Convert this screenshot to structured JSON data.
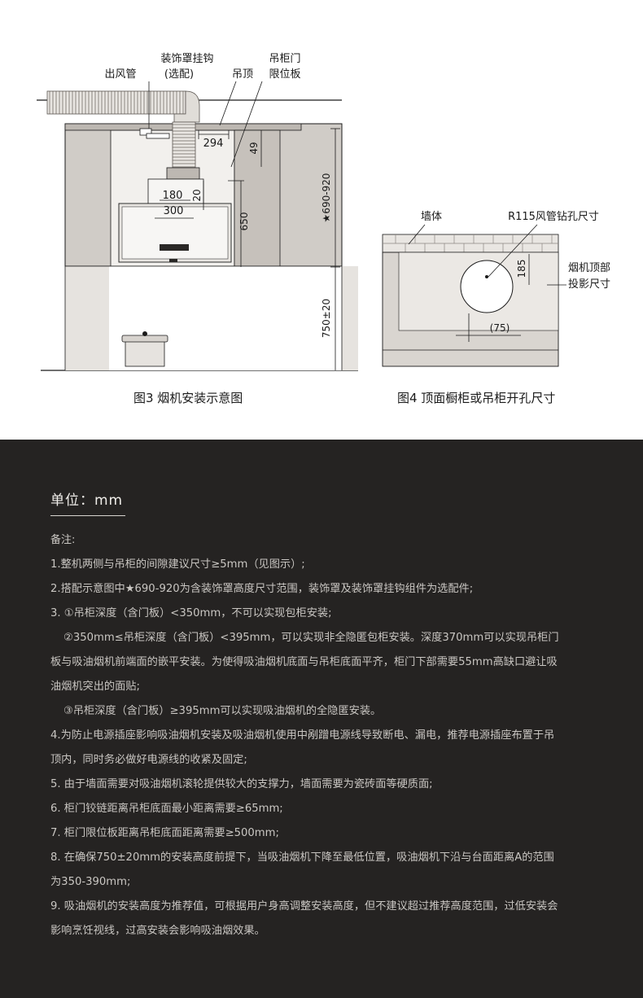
{
  "figure3": {
    "caption": "图3 烟机安装示意图",
    "labels": {
      "duct": "出风管",
      "hook_line1": "装饰罩挂钩",
      "hook_line2": "(选配)",
      "ceiling": "吊顶",
      "limiter_line1": "吊柜门",
      "limiter_line2": "限位板",
      "dim_294": "294",
      "dim_49": "49",
      "dim_180": "180",
      "dim_20": "20",
      "dim_300": "300",
      "dim_650": "650",
      "dim_height": "★690-920",
      "dim_750": "750±20"
    }
  },
  "figure4": {
    "caption": "图4 顶面橱柜或吊柜开孔尺寸",
    "labels": {
      "wall": "墙体",
      "hole": "R115风管钻孔尺寸",
      "proj_line1": "烟机顶部",
      "proj_line2": "投影尺寸",
      "dim_185": "185",
      "dim_75": "(75)"
    }
  },
  "notes": {
    "unit": "单位：mm",
    "heading": "备注:",
    "items": [
      {
        "text": "1.整机两侧与吊柜的间隙建议尺寸≥5mm（见图示）;",
        "sub": false
      },
      {
        "text": "2.搭配示意图中★690-920为含装饰罩高度尺寸范围，装饰罩及装饰罩挂钩组件为选配件;",
        "sub": false
      },
      {
        "text": "3. ①吊柜深度（含门板）<350mm，不可以实现包柜安装;",
        "sub": false
      },
      {
        "text": "②350mm≤吊柜深度（含门板）<395mm，可以实现非全隐匿包柜安装。深度370mm可以实现吊柜门",
        "sub": true
      },
      {
        "text": "板与吸油烟机前端面的嵌平安装。为使得吸油烟机底面与吊柜底面平齐，柜门下部需要55mm高缺口避让吸",
        "sub": false
      },
      {
        "text": "油烟机突出的面贴;",
        "sub": false
      },
      {
        "text": "③吊柜深度（含门板）≥395mm可以实现吸油烟机的全隐匿安装。",
        "sub": true
      },
      {
        "text": "4.为防止电源插座影响吸油烟机安装及吸油烟机使用中剐蹭电源线导致断电、漏电，推荐电源插座布置于吊",
        "sub": false
      },
      {
        "text": "顶内，同时务必做好电源线的收紧及固定;",
        "sub": false
      },
      {
        "text": "5. 由于墙面需要对吸油烟机滚轮提供较大的支撑力，墙面需要为瓷砖面等硬质面;",
        "sub": false
      },
      {
        "text": "6. 柜门铰链距离吊柜底面最小距离需要≥65mm;",
        "sub": false
      },
      {
        "text": "7. 柜门限位板距离吊柜底面距离需要≥500mm;",
        "sub": false
      },
      {
        "text": "8. 在确保750±20mm的安装高度前提下，当吸油烟机下降至最低位置，吸油烟机下沿与台面距离A的范围",
        "sub": false
      },
      {
        "text": "为350-390mm;",
        "sub": false
      },
      {
        "text": "9. 吸油烟机的安装高度为推荐值，可根据用户身高调整安装高度，但不建议超过推荐高度范围，过低安装会",
        "sub": false
      },
      {
        "text": "影响烹饪视线，过高安装会影响吸油烟效果。",
        "sub": false
      }
    ]
  }
}
